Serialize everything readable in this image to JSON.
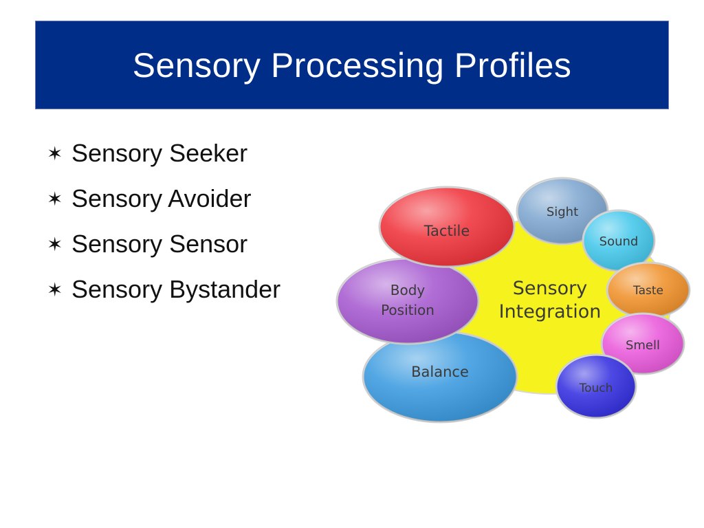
{
  "slide": {
    "title": "Sensory Processing Profiles",
    "bullet_icon": "star-bullet-icon",
    "bullets": [
      "Sensory Seeker",
      "Sensory Avoider",
      "Sensory Sensor",
      "Sensory Bystander"
    ]
  },
  "diagram": {
    "center": {
      "line1": "Sensory",
      "line2": "Integration",
      "color": "#F5F21E"
    },
    "bubbles": [
      {
        "id": "sight",
        "label": "Sight",
        "color": "#7FA7D0"
      },
      {
        "id": "sound",
        "label": "Sound",
        "color": "#45C8EC"
      },
      {
        "id": "taste",
        "label": "Taste",
        "color": "#F0922C"
      },
      {
        "id": "smell",
        "label": "Smell",
        "color": "#EA5ADB"
      },
      {
        "id": "touch",
        "label": "Touch",
        "color": "#3530E0"
      },
      {
        "id": "balance",
        "label": "Balance",
        "color": "#3B9BE0"
      },
      {
        "id": "body-position",
        "line1": "Body",
        "line2": "Position",
        "color": "#A65AD0"
      },
      {
        "id": "tactile",
        "label": "Tactile",
        "color": "#F0343C"
      }
    ]
  }
}
